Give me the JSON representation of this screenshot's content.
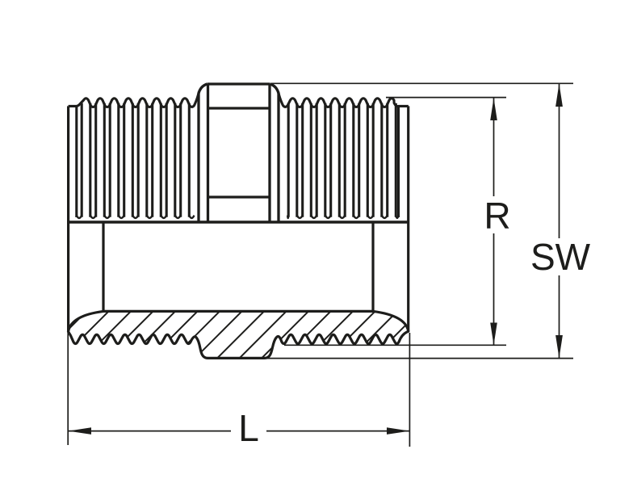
{
  "page": {
    "title": "Threaded double nipple technical drawing",
    "background": "#ffffff",
    "ink": "#1d1d1b"
  },
  "diagram": {
    "type": "technical-drawing",
    "part": "double-nipple-pipe-fitting",
    "views": "half-section elevation with hatched lower section",
    "dimension_labels": {
      "thread_size": "R",
      "wrench_size": "SW",
      "overall_length": "L"
    }
  }
}
